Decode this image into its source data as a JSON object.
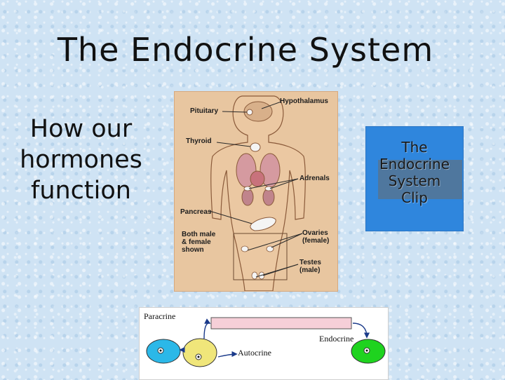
{
  "slide": {
    "title": "The Endocrine System",
    "subtitle_lines": [
      "How our",
      "hormones",
      "function"
    ]
  },
  "anatomy": {
    "labels": {
      "hypothalamus": "Hypothalamus",
      "pituitary": "Pituitary",
      "thyroid": "Thyroid",
      "adrenals": "Adrenals",
      "pancreas": "Pancreas",
      "both_line1": "Both male",
      "both_line2": "& female",
      "both_line3": "shown",
      "ovaries_line1": "Ovaries",
      "ovaries_line2": "(female)",
      "testes_line1": "Testes",
      "testes_line2": "(male)"
    }
  },
  "clip_button": {
    "lines": [
      "The",
      "Endocrine",
      "System",
      "Clip"
    ]
  },
  "signals": {
    "paracrine": "Paracrine",
    "autocrine": "Autocrine",
    "endocrine": "Endocrine"
  },
  "colors": {
    "background": "#cfe3f4",
    "clip_button": "#2f86dd",
    "endocrine_target": "#1fd31f",
    "paracrine_target": "#2bb8e8",
    "source_cell": "#f0e67a",
    "vessel": "#f6cfd8"
  }
}
